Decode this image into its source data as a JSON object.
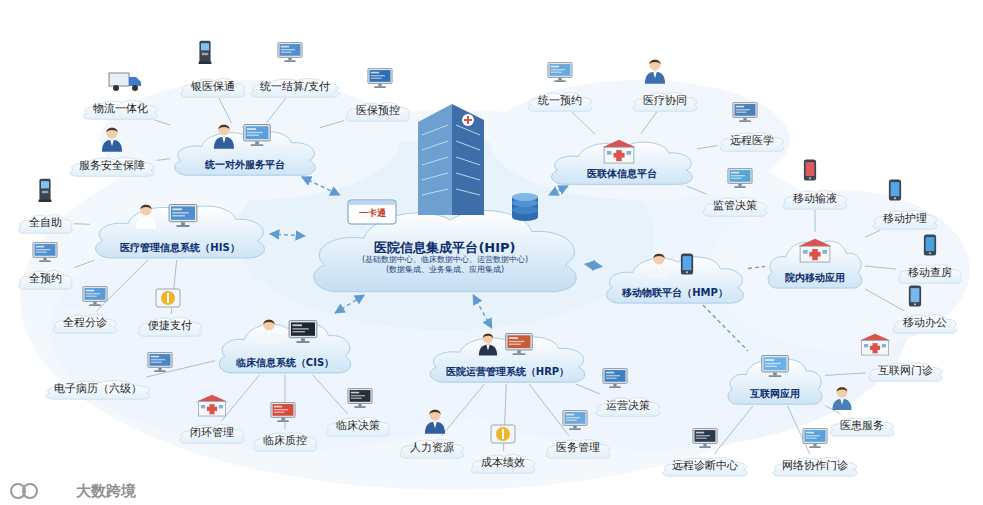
{
  "diagram": {
    "nodes": [
      {
        "text": [
          "统一对外服务平台"
        ]
      },
      {
        "text": [
          "物流一体化"
        ]
      },
      {
        "text": [
          "银医保通"
        ]
      },
      {
        "text": [
          "统一结算/支付"
        ]
      },
      {
        "text": [
          "医保预控"
        ]
      },
      {
        "text": [
          "服务安全保障"
        ]
      },
      {
        "text": [
          "医院信息集成平台(HIP)",
          "(基础数据中心、临床数据中心、运营数据中心)",
          "(数据集成、业务集成、应用集成)"
        ]
      },
      {
        "text": [
          "医联体信息平台"
        ]
      },
      {
        "text": [
          "统一预约"
        ]
      },
      {
        "text": [
          "医疗协同"
        ]
      },
      {
        "text": [
          "远程医学"
        ]
      },
      {
        "text": [
          "监管决策"
        ]
      },
      {
        "text": [
          "医疗管理信息系统（HIS）"
        ]
      },
      {
        "text": [
          "全自助"
        ]
      },
      {
        "text": [
          "全预约"
        ]
      },
      {
        "text": [
          "全程分诊"
        ]
      },
      {
        "text": [
          "便捷支付"
        ]
      },
      {
        "text": [
          "临床信息系统（CIS）"
        ]
      },
      {
        "text": [
          "电子病历（六级）"
        ]
      },
      {
        "text": [
          "闭环管理"
        ]
      },
      {
        "text": [
          "临床质控"
        ]
      },
      {
        "text": [
          "临床决策"
        ]
      },
      {
        "text": [
          "医院运营管理系统（HRP）"
        ]
      },
      {
        "text": [
          "人力资源"
        ]
      },
      {
        "text": [
          "成本绩效"
        ]
      },
      {
        "text": [
          "医务管理"
        ]
      },
      {
        "text": [
          "运营决策"
        ]
      },
      {
        "text": [
          "移动物联平台（HMP）"
        ]
      },
      {
        "text": [
          "院内移动应用"
        ]
      },
      {
        "text": [
          "移动输液"
        ]
      },
      {
        "text": [
          "移动护理"
        ]
      },
      {
        "text": [
          "移动查房"
        ]
      },
      {
        "text": [
          "移动办公"
        ]
      },
      {
        "text": [
          "互联网应用"
        ]
      },
      {
        "text": [
          "互联网门诊"
        ]
      },
      {
        "text": [
          "医患服务"
        ]
      },
      {
        "text": [
          "网络协作门诊"
        ]
      },
      {
        "text": [
          "远程诊断中心"
        ]
      }
    ],
    "edges": [
      {
        "from": 0,
        "to": 1,
        "arrow": "none"
      },
      {
        "from": 0,
        "to": 2,
        "arrow": "none"
      },
      {
        "from": 0,
        "to": 3,
        "arrow": "none"
      },
      {
        "from": 0,
        "to": 4,
        "arrow": "none"
      },
      {
        "from": 0,
        "to": 5,
        "arrow": "none"
      },
      {
        "from": 0,
        "to": 6,
        "arrow": "both"
      },
      {
        "from": 7,
        "to": 6,
        "arrow": "both"
      },
      {
        "from": 7,
        "to": 8,
        "arrow": "none"
      },
      {
        "from": 7,
        "to": 9,
        "arrow": "none"
      },
      {
        "from": 7,
        "to": 10,
        "arrow": "none"
      },
      {
        "from": 7,
        "to": 11,
        "arrow": "none"
      },
      {
        "from": 12,
        "to": 6,
        "arrow": "both"
      },
      {
        "from": 12,
        "to": 13,
        "arrow": "none"
      },
      {
        "from": 12,
        "to": 14,
        "arrow": "none"
      },
      {
        "from": 12,
        "to": 15,
        "arrow": "none"
      },
      {
        "from": 12,
        "to": 16,
        "arrow": "none"
      },
      {
        "from": 17,
        "to": 6,
        "arrow": "both"
      },
      {
        "from": 17,
        "to": 18,
        "arrow": "none"
      },
      {
        "from": 17,
        "to": 19,
        "arrow": "none"
      },
      {
        "from": 17,
        "to": 20,
        "arrow": "none"
      },
      {
        "from": 17,
        "to": 21,
        "arrow": "none"
      },
      {
        "from": 22,
        "to": 6,
        "arrow": "both"
      },
      {
        "from": 22,
        "to": 23,
        "arrow": "none"
      },
      {
        "from": 22,
        "to": 24,
        "arrow": "none"
      },
      {
        "from": 22,
        "to": 25,
        "arrow": "none"
      },
      {
        "from": 22,
        "to": 26,
        "arrow": "none"
      },
      {
        "from": 27,
        "to": 6,
        "arrow": "both"
      },
      {
        "from": 27,
        "to": 28,
        "arrow": "none"
      },
      {
        "from": 27,
        "to": 33,
        "arrow": "none"
      },
      {
        "from": 28,
        "to": 29,
        "arrow": "none"
      },
      {
        "from": 28,
        "to": 30,
        "arrow": "none"
      },
      {
        "from": 28,
        "to": 31,
        "arrow": "none"
      },
      {
        "from": 28,
        "to": 32,
        "arrow": "none"
      },
      {
        "from": 33,
        "to": 34,
        "arrow": "none"
      },
      {
        "from": 33,
        "to": 35,
        "arrow": "none"
      },
      {
        "from": 33,
        "to": 36,
        "arrow": "none"
      },
      {
        "from": 33,
        "to": 37,
        "arrow": "none"
      }
    ],
    "labels": [
      "一卡通",
      "大数跨境"
    ]
  }
}
